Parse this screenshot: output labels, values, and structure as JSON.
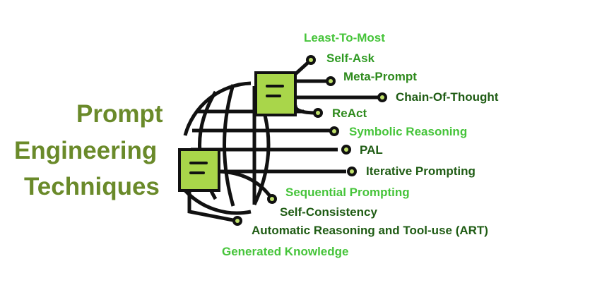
{
  "title": {
    "line1": "Prompt",
    "line2": "Engineering",
    "line3": "Techniques"
  },
  "colors": {
    "title": "#6a8a2a",
    "light_green": "#46c43a",
    "dark_green": "#1f5c14",
    "card_fill": "#a9d64a",
    "wire": "#111111"
  },
  "techniques": [
    {
      "label": "Least-To-Most",
      "color": "#46c43a"
    },
    {
      "label": "Self-Ask",
      "color": "#2e9a22"
    },
    {
      "label": "Meta-Prompt",
      "color": "#2e8a1c"
    },
    {
      "label": "Chain-Of-Thought",
      "color": "#1f5c14"
    },
    {
      "label": "ReAct",
      "color": "#2e8a1c"
    },
    {
      "label": "Symbolic Reasoning",
      "color": "#46c43a"
    },
    {
      "label": "PAL",
      "color": "#1f5c14"
    },
    {
      "label": "Iterative Prompting",
      "color": "#1f5c14"
    },
    {
      "label": "Sequential Prompting",
      "color": "#46c43a"
    },
    {
      "label": "Self-Consistency",
      "color": "#1f5c14"
    },
    {
      "label": "Automatic Reasoning and Tool-use (ART)",
      "color": "#1f5c14"
    },
    {
      "label": "Generated Knowledge",
      "color": "#46c43a"
    }
  ],
  "icons": {
    "card": "note-card-icon",
    "globe": "globe-icon",
    "node": "connector-node-icon"
  }
}
